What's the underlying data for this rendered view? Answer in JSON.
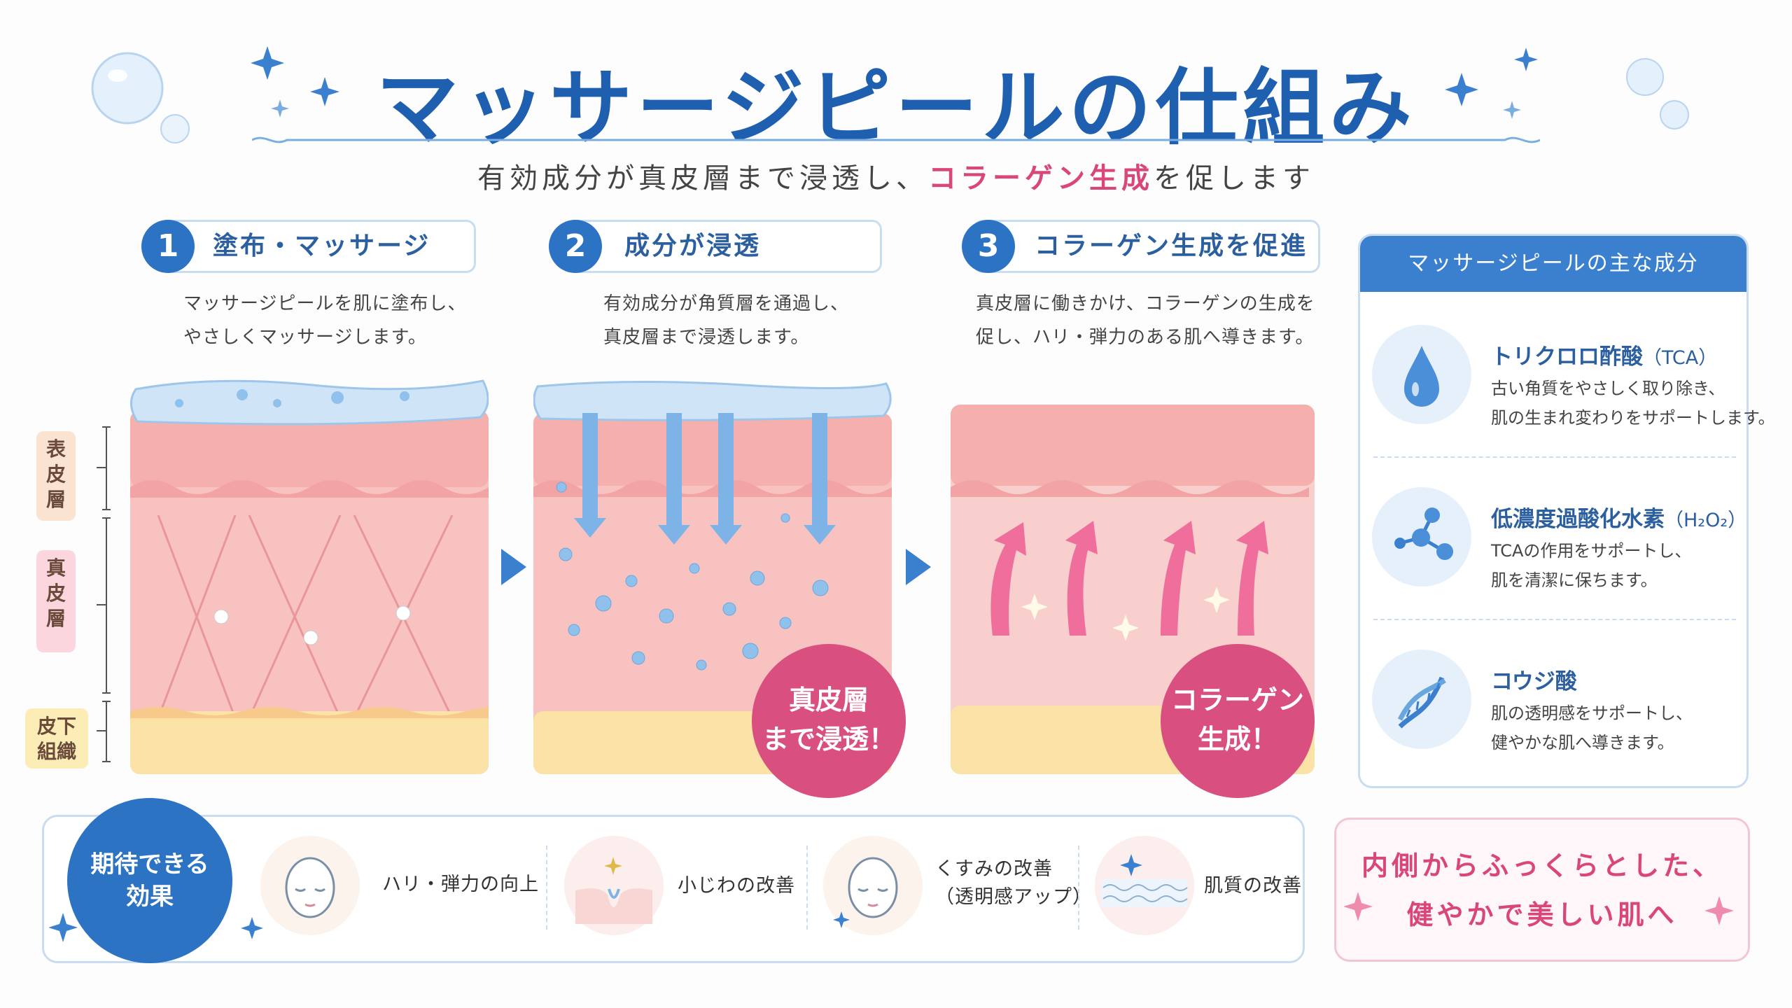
{
  "header": {
    "title": "マッサージピールの仕組み",
    "subtitle_before": "有効成分が真皮層まで浸透し、",
    "subtitle_highlight": "コラーゲン生成",
    "subtitle_after": "を促します"
  },
  "layers": {
    "epidermis": "表\n皮\n層",
    "dermis": "真\n皮\n層",
    "subcutis": "皮下\n組織"
  },
  "steps": [
    {
      "num": "1",
      "label": "塗布・マッサージ",
      "desc1": "マッサージピールを肌に塗布し、",
      "desc2": "やさしくマッサージします。"
    },
    {
      "num": "2",
      "label": "成分が浸透",
      "desc1": "有効成分が角質層を通過し、",
      "desc2": "真皮層まで浸透します。"
    },
    {
      "num": "3",
      "label": "コラーゲン生成を促進",
      "desc1": "真皮層に働きかけ、コラーゲンの生成を",
      "desc2": "促し、ハリ・弾力のある肌へ導きます。"
    }
  ],
  "bubbles": {
    "step2_line1": "真皮層",
    "step2_line2": "まで浸透！",
    "step3_line1": "コラーゲン",
    "step3_line2": "生成！"
  },
  "ingredients": {
    "heading": "マッサージピールの主な成分",
    "items": [
      {
        "name": "トリクロロ酢酸",
        "sub": "（TCA）",
        "desc1": "古い角質をやさしく取り除き、",
        "desc2": "肌の生まれ変わりをサポートします。",
        "icon": "droplet-icon"
      },
      {
        "name": "低濃度過酸化水素",
        "sub": "（H₂O₂）",
        "desc1": "TCAの作用をサポートし、",
        "desc2": "肌を清潔に保ちます。",
        "icon": "molecule-icon"
      },
      {
        "name": "コウジ酸",
        "sub": "",
        "desc1": "肌の透明感をサポートし、",
        "desc2": "健やかな肌へ導きます。",
        "icon": "dna-icon"
      }
    ]
  },
  "effects": {
    "badge_line1": "期待できる",
    "badge_line2": "効果",
    "items": [
      {
        "line1": "ハリ・弾力の向上",
        "line2": "",
        "icon": "face-icon"
      },
      {
        "line1": "小じわの改善",
        "line2": "",
        "icon": "wrinkle-icon"
      },
      {
        "line1": "くすみの改善",
        "line2": "（透明感アップ）",
        "icon": "face-glow-icon"
      },
      {
        "line1": "肌質の改善",
        "line2": "",
        "icon": "skin-texture-icon"
      }
    ]
  },
  "tagline": {
    "line1": "内側からふっくらとした、",
    "line2": "健やかで美しい肌へ"
  },
  "colors": {
    "primary_blue": "#2c73c4",
    "accent_pink": "#d8467a",
    "skin_pink": "#f4b3b6",
    "fat_yellow": "#fbe2a6"
  }
}
